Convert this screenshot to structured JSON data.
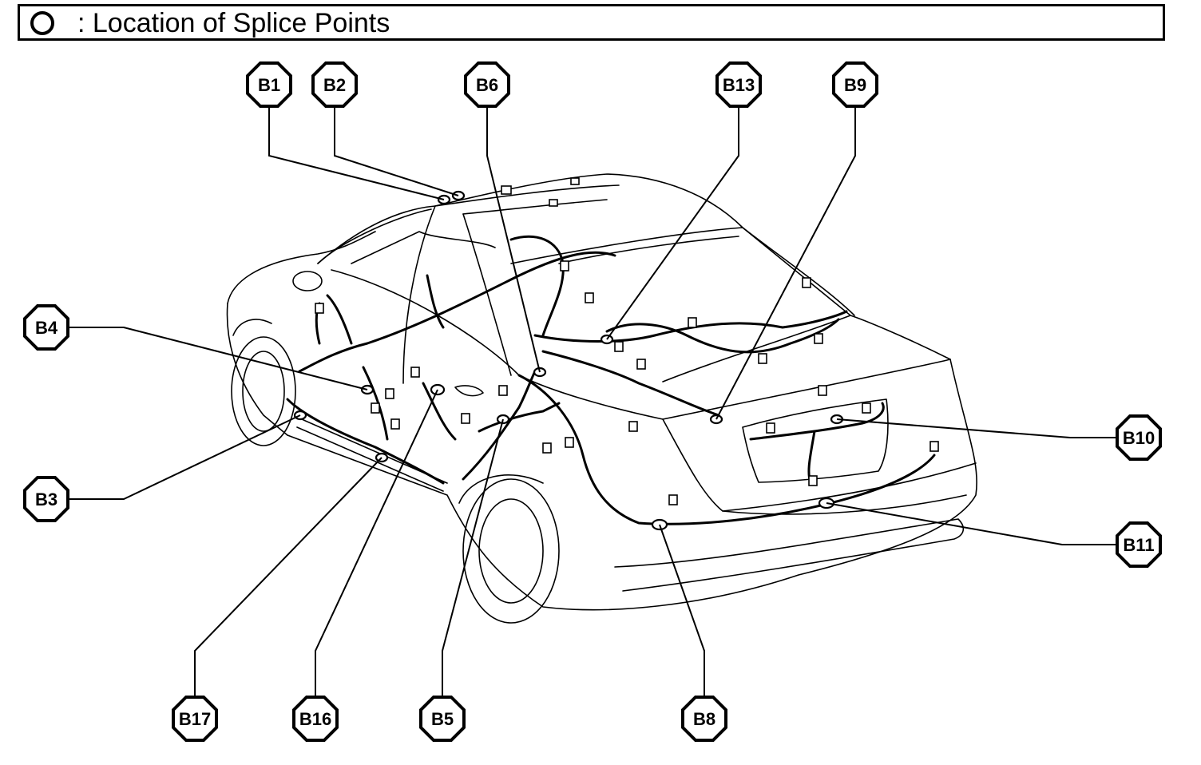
{
  "header": {
    "symbol_icon": "hollow-circle-icon",
    "title": ": Location of Splice Points"
  },
  "callouts": [
    {
      "id": "b1",
      "label": "B1"
    },
    {
      "id": "b2",
      "label": "B2"
    },
    {
      "id": "b6",
      "label": "B6"
    },
    {
      "id": "b13",
      "label": "B13"
    },
    {
      "id": "b9",
      "label": "B9"
    },
    {
      "id": "b4",
      "label": "B4"
    },
    {
      "id": "b3",
      "label": "B3"
    },
    {
      "id": "b10",
      "label": "B10"
    },
    {
      "id": "b11",
      "label": "B11"
    },
    {
      "id": "b17",
      "label": "B17"
    },
    {
      "id": "b16",
      "label": "B16"
    },
    {
      "id": "b5",
      "label": "B5"
    },
    {
      "id": "b8",
      "label": "B8"
    }
  ]
}
